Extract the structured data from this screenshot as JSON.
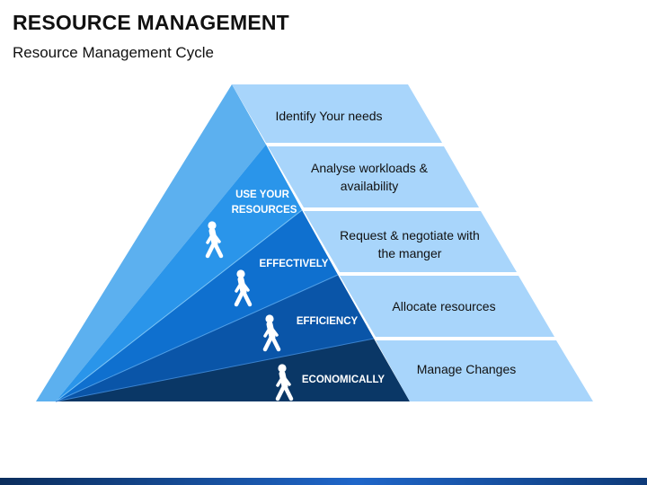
{
  "header": {
    "title": "RESOURCE MANAGEMENT",
    "subtitle": "Resource Management Cycle"
  },
  "pyramid": {
    "steps": [
      "Identify Your needs",
      "Analyse workloads &",
      "availability",
      "Request & negotiate with",
      "the manger",
      "Allocate resources",
      "Manage Changes"
    ],
    "stages": [
      {
        "line1": "USE YOUR",
        "line2": "RESOURCES"
      },
      {
        "line1": "EFFECTIVELY"
      },
      {
        "line1": "EFFICIENCY"
      },
      {
        "line1": "ECONOMICALLY"
      }
    ],
    "stage_icon": "walking-person-icon"
  },
  "colors": {
    "face_light": "#5cb0ef",
    "stage_1": "#2a95ea",
    "stage_2": "#0f70cf",
    "stage_3": "#0a55a8",
    "stage_4": "#0a3766",
    "band": "#a8d5fb",
    "text_dark": "#111111",
    "text_white": "#ffffff"
  }
}
